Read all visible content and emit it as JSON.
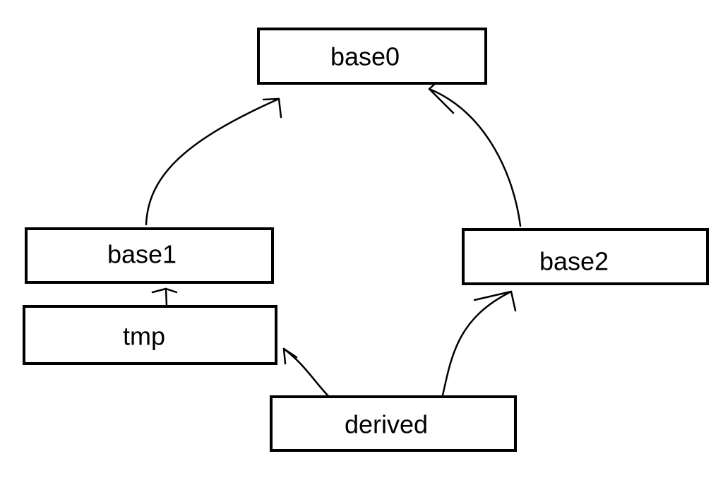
{
  "nodes": {
    "base0": {
      "label": "base0"
    },
    "base1": {
      "label": "base1"
    },
    "base2": {
      "label": "base2"
    },
    "tmp": {
      "label": "tmp"
    },
    "derived": {
      "label": "derived"
    }
  },
  "edges": [
    {
      "from": "base1",
      "to": "base0"
    },
    {
      "from": "base2",
      "to": "base0"
    },
    {
      "from": "tmp",
      "to": "base1"
    },
    {
      "from": "derived",
      "to": "tmp"
    },
    {
      "from": "derived",
      "to": "base2"
    }
  ],
  "colors": {
    "stroke": "#000000",
    "background": "#ffffff"
  }
}
